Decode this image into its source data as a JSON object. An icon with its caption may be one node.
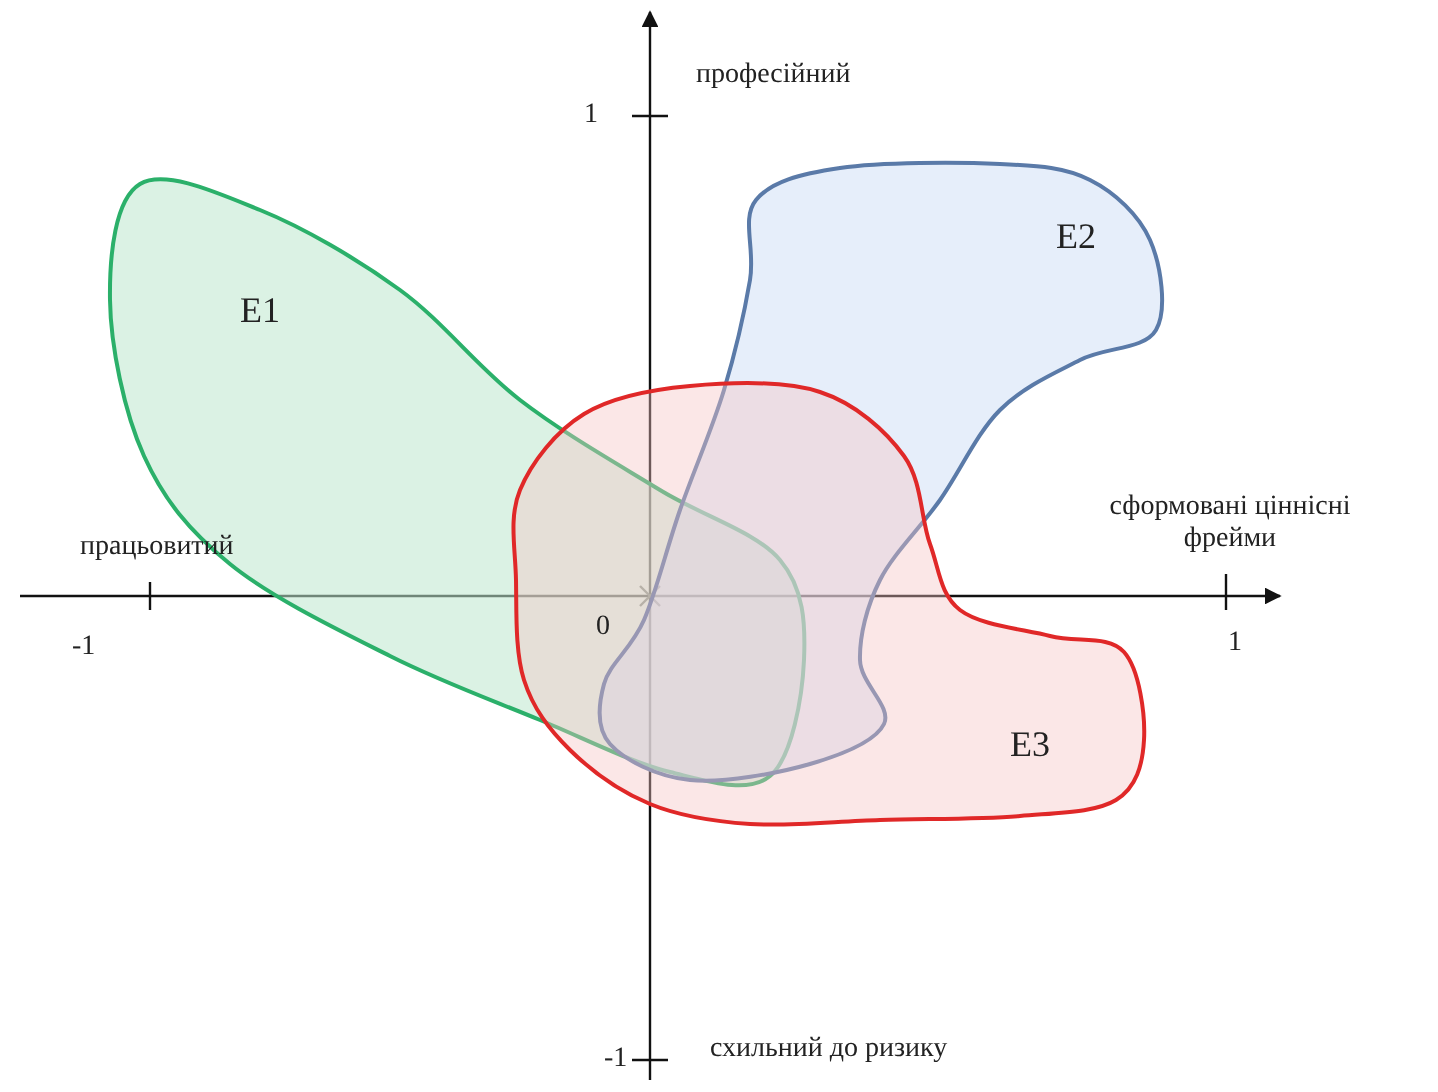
{
  "diagram": {
    "nodes": [
      {
        "text": [
          "E1"
        ]
      },
      {
        "text": [
          "E2"
        ]
      },
      {
        "text": [
          "E3"
        ]
      }
    ],
    "edges": [],
    "labels": [
      "професійний",
      "1",
      "сформовані ціннісні фрейми",
      "працьовитий",
      "-1",
      "0",
      "1",
      "-1",
      "схильний до ризику"
    ]
  }
}
